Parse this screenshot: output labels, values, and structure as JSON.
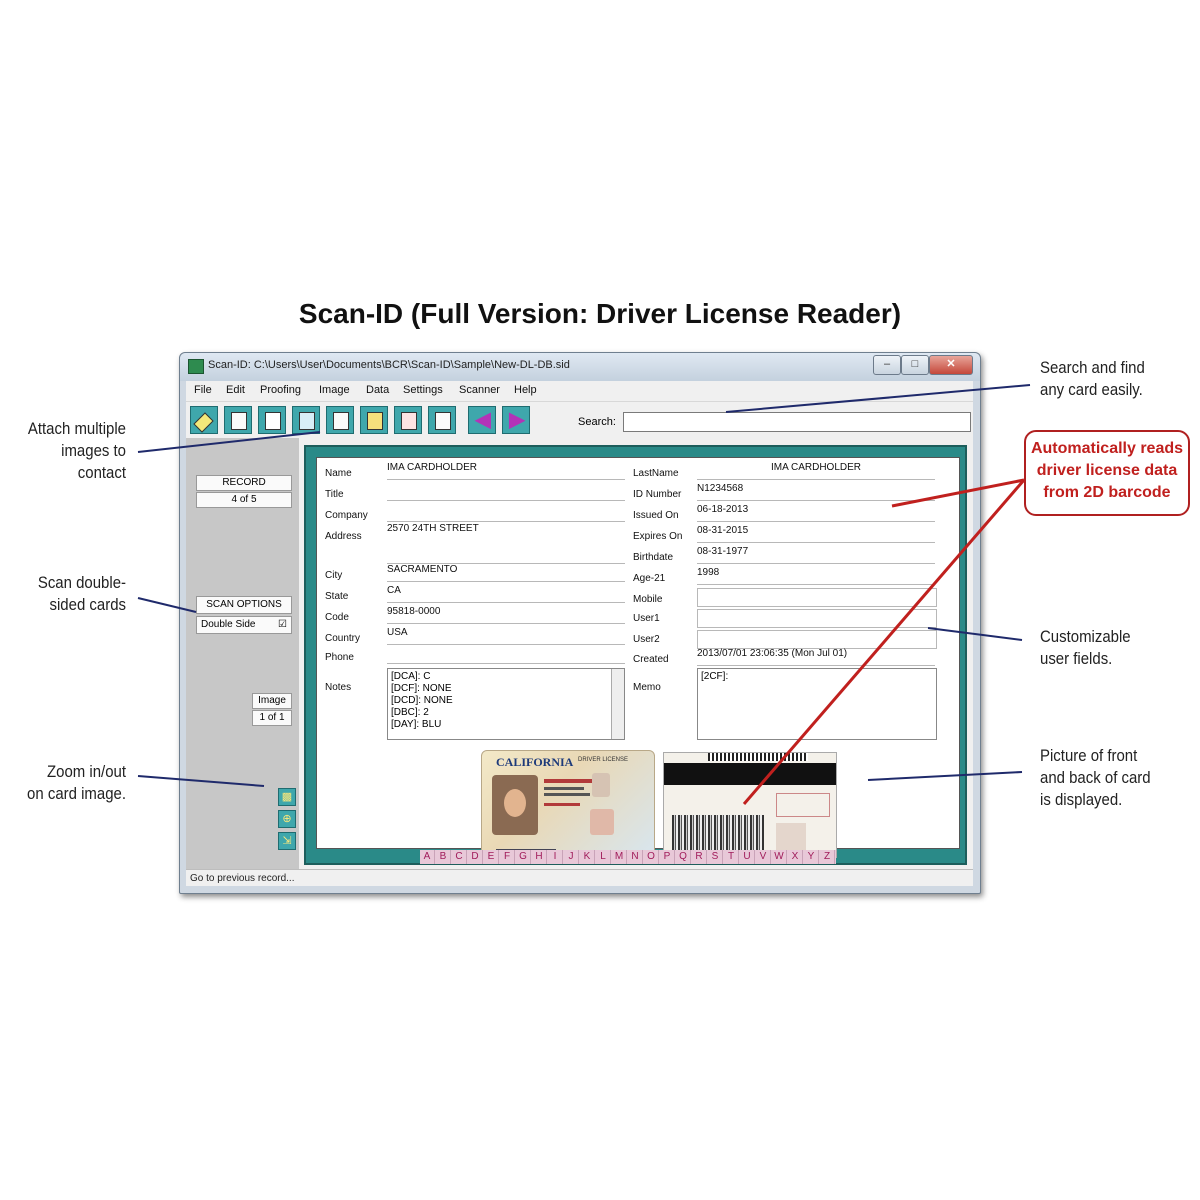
{
  "title": "Scan-ID (Full Version: Driver License Reader)",
  "callouts": {
    "search": "Search and find\nany card easily.",
    "attach": "Attach multiple\nimages to\ncontact",
    "scan_double": "Scan double-\nsided cards",
    "zoom": "Zoom in/out\non card image.",
    "custom_fields": "Customizable\nuser fields.",
    "picture": "Picture of front\nand back of card\nis displayed.",
    "auto_read": "Automatically reads\ndriver license data\nfrom 2D barcode"
  },
  "window": {
    "title": "Scan-ID: C:\\Users\\User\\Documents\\BCR\\Scan-ID\\Sample\\New-DL-DB.sid",
    "minimize": "–",
    "maximize": "□",
    "close": "✕"
  },
  "menu": [
    "File",
    "Edit",
    "Proofing",
    "Image",
    "Data",
    "Settings",
    "Scanner",
    "Help"
  ],
  "search": {
    "label": "Search:",
    "value": ""
  },
  "left_panel": {
    "record_label": "RECORD",
    "record_pos": "4  of  5",
    "scan_options_label": "SCAN OPTIONS",
    "double_side_label": "Double Side",
    "double_side_check": "☑",
    "image_label": "Image",
    "image_pos": "1 of 1"
  },
  "fields_left": {
    "name_label": "Name",
    "name": "IMA CARDHOLDER",
    "title_label": "Title",
    "title": "",
    "company_label": "Company",
    "company": "",
    "address_label": "Address",
    "address": "2570 24TH STREET",
    "city_label": "City",
    "city": "SACRAMENTO",
    "state_label": "State",
    "state": "CA",
    "code_label": "Code",
    "code": "95818-0000",
    "country_label": "Country",
    "country": "USA",
    "phone_label": "Phone",
    "phone": "",
    "notes_label": "Notes",
    "notes_lines": [
      "[DCA]: C",
      "[DCF]: NONE",
      "[DCD]: NONE",
      "[DBC]: 2",
      "[DAY]: BLU"
    ]
  },
  "fields_right": {
    "lastname_label": "LastName",
    "lastname": "IMA CARDHOLDER",
    "id_label": "ID Number",
    "id": "N1234568",
    "issued_label": "Issued On",
    "issued": "06-18-2013",
    "expires_label": "Expires On",
    "expires": "08-31-2015",
    "birthdate_label": "Birthdate",
    "birthdate": "08-31-1977",
    "age_label": "Age-21",
    "age": "1998",
    "mobile_label": "Mobile",
    "mobile": "",
    "user1_label": "User1",
    "user1": "",
    "user2_label": "User2",
    "user2": "",
    "created_label": "Created",
    "created": "2013/07/01 23:06:35 (Mon Jul 01)",
    "memo_label": "Memo",
    "memo": "[2CF]:"
  },
  "card_front": {
    "state": "CALIFORNIA",
    "type": "DRIVER LICENSE"
  },
  "alphabet": [
    "A",
    "B",
    "C",
    "D",
    "E",
    "F",
    "G",
    "H",
    "I",
    "J",
    "K",
    "L",
    "M",
    "N",
    "O",
    "P",
    "Q",
    "R",
    "S",
    "T",
    "U",
    "V",
    "W",
    "X",
    "Y",
    "Z"
  ],
  "status": "Go to previous record...",
  "colors": {
    "accent_teal": "#2a8a88",
    "toolbar_button": "#3fa7ac",
    "callout_red": "#c0201e",
    "arrow_red": "#c0201e",
    "pointer_navy": "#1f2a6b"
  }
}
